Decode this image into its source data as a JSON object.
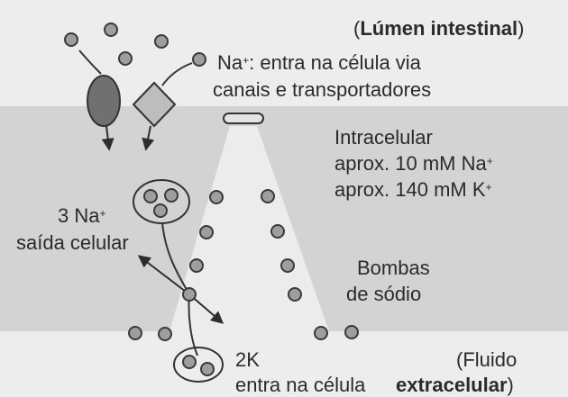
{
  "lumen_label": {
    "prefix": "(",
    "bold": "Lúmen intestinal",
    "suffix": ")"
  },
  "na_callout": {
    "line1_symbol": "Na",
    "line1_sup": "+",
    "line1_rest": ": entra na célula via",
    "line2": "canais e transportadores"
  },
  "intracellular": {
    "title": "Intracelular",
    "na_prefix": "aprox. 10 mM Na",
    "na_sup": "+",
    "k_prefix": "aprox. 140 mM K",
    "k_sup": "+"
  },
  "exit_label": {
    "line1_text": "3 Na",
    "line1_sup": "+",
    "line2": "saída celular"
  },
  "pump_label": {
    "line1": "Bombas",
    "line2": "de sódio"
  },
  "entry_label": {
    "line1": "2K",
    "line2": "entra na célula"
  },
  "fluid_label": {
    "line1": "(Fluido",
    "line2_bold": "extracelular",
    "line2_suffix": ")"
  },
  "colors": {
    "background": "#ededed",
    "cell_band": "#d3d3d3",
    "light_cone": "#ececec",
    "ion_fill": "#9e9e9e",
    "channel_fill": "#707070",
    "transporter_fill": "#bdbdbd",
    "stroke": "#3a3a3a"
  }
}
